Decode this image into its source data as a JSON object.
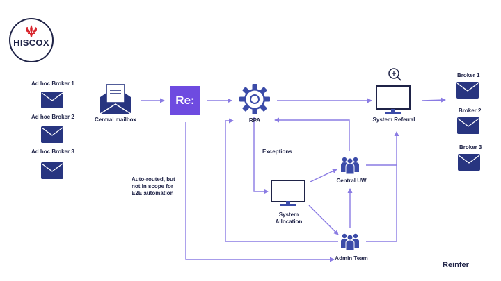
{
  "logo": {
    "text": "HISCOX"
  },
  "brand": {
    "re": "Re",
    "infer": "infer"
  },
  "nodes": {
    "ad_hoc_broker_1": "Ad hoc Broker 1",
    "ad_hoc_broker_2": "Ad hoc Broker 2",
    "ad_hoc_broker_3": "Ad hoc Broker 3",
    "central_mailbox": "Central mailbox",
    "reinfer_badge": "Re:",
    "rpa": "RPA",
    "system_referral": "System Referral",
    "exceptions": "Exceptions",
    "system_allocation": "System Allocation",
    "central_uw": "Central UW",
    "admin_team": "Admin Team",
    "broker_1": "Broker 1",
    "broker_2": "Broker 2",
    "broker_3": "Broker 3",
    "auto_routed_note": "Auto-routed, but not in scope for E2E automation"
  },
  "colors": {
    "navy": "#1f2347",
    "envelope": "#283580",
    "arrow": "#8a7be3",
    "purple": "#6e4be0",
    "icon_blue": "#3b4ba8",
    "logo_red": "#d8262d"
  },
  "icons": {
    "logo": "hiscox-fleur-icon",
    "mailbox": "open-envelope-icon",
    "rpa": "gear-icon",
    "referral": "monitor-magnifier-icon",
    "allocation": "monitor-icon",
    "teams": "people-group-icon"
  }
}
